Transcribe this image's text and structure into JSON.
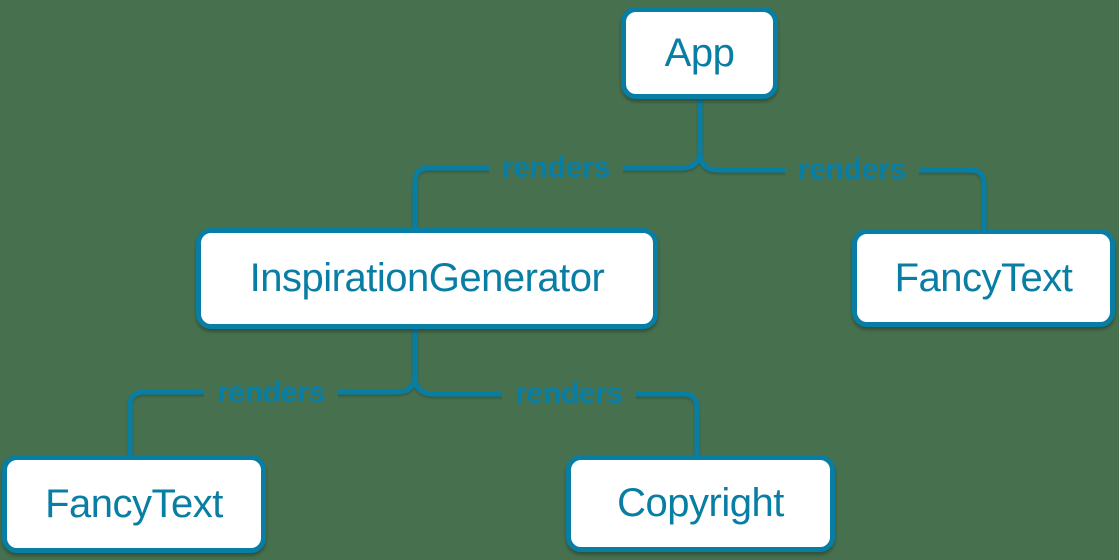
{
  "diagram": {
    "colors": {
      "background": "#47714e",
      "accent": "#087ea4",
      "node_fill": "#ffffff"
    },
    "nodes": [
      {
        "id": "app",
        "label": "App"
      },
      {
        "id": "inspiration-generator",
        "label": "InspirationGenerator"
      },
      {
        "id": "fancy-text-top",
        "label": "FancyText"
      },
      {
        "id": "fancy-text-bottom",
        "label": "FancyText"
      },
      {
        "id": "copyright",
        "label": "Copyright"
      }
    ],
    "edges": [
      {
        "from": "App",
        "to": "InspirationGenerator",
        "label": "renders"
      },
      {
        "from": "App",
        "to": "FancyText",
        "label": "renders"
      },
      {
        "from": "InspirationGenerator",
        "to": "FancyText",
        "label": "renders"
      },
      {
        "from": "InspirationGenerator",
        "to": "Copyright",
        "label": "renders"
      }
    ]
  }
}
